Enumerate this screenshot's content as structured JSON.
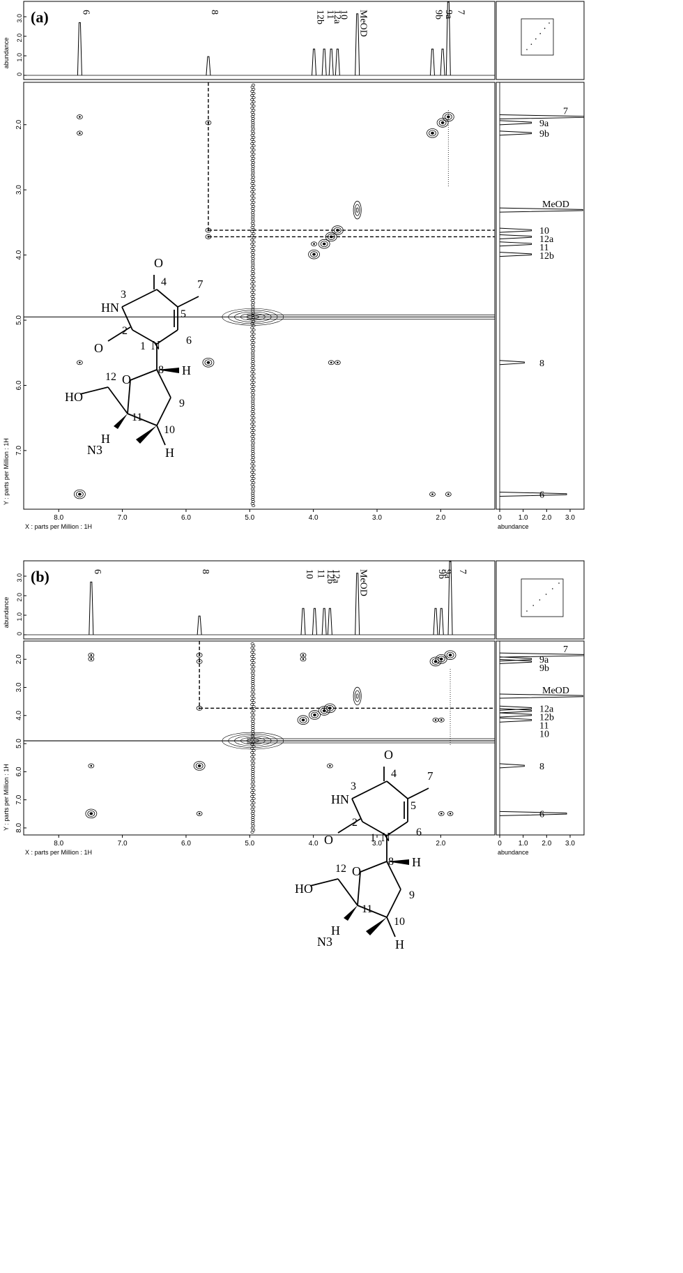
{
  "chart_data": [
    {
      "type": "heatmap",
      "panel_label": "(a)",
      "xlabel": "X : parts per Million : 1H",
      "ylabel": "Y : parts per Million : 1H",
      "abundance_label": "abundance",
      "x_ticks": [
        "8.0",
        "7.0",
        "6.0",
        "5.0",
        "4.0",
        "3.0",
        "2.0"
      ],
      "y_ticks": [
        "2.0",
        "3.0",
        "4.0",
        "5.0",
        "6.0",
        "7.0"
      ],
      "top_abundance_ticks": [
        "0",
        "1.0",
        "2.0",
        "3.0"
      ],
      "side_abundance_ticks": [
        "0",
        "1.0",
        "2.0",
        "3.0"
      ],
      "peaks_top": [
        {
          "label": "6",
          "ppm": 7.67
        },
        {
          "label": "8",
          "ppm": 5.65
        },
        {
          "label": "12b",
          "ppm": 3.99
        },
        {
          "label": "11",
          "ppm": 3.83
        },
        {
          "label": "12a",
          "ppm": 3.72
        },
        {
          "label": "10",
          "ppm": 3.62
        },
        {
          "label": "MeOD",
          "ppm": 3.31
        },
        {
          "label": "9b",
          "ppm": 2.13
        },
        {
          "label": "9a",
          "ppm": 1.97
        },
        {
          "label": "7",
          "ppm": 1.88
        }
      ],
      "peaks_side": [
        {
          "label": "7",
          "ppm": 1.88
        },
        {
          "label": "9a",
          "ppm": 1.97
        },
        {
          "label": "9b",
          "ppm": 2.13
        },
        {
          "label": "MeOD",
          "ppm": 3.31
        },
        {
          "label": "10",
          "ppm": 3.62
        },
        {
          "label": "12a",
          "ppm": 3.72
        },
        {
          "label": "11",
          "ppm": 3.83
        },
        {
          "label": "12b",
          "ppm": 3.99
        },
        {
          "label": "8",
          "ppm": 5.65
        },
        {
          "label": "6",
          "ppm": 7.67
        }
      ],
      "structure_labels": [
        "O",
        "4",
        "7",
        "3",
        "HN",
        "5",
        "2",
        "O",
        "1",
        "N",
        "6",
        "8",
        "H",
        "12",
        "O",
        "HO",
        "11",
        "9",
        "H",
        "10",
        "N3",
        "H"
      ]
    },
    {
      "type": "heatmap",
      "panel_label": "(b)",
      "xlabel": "X : parts per Million : 1H",
      "ylabel": "Y : parts per Million : 1H",
      "abundance_label": "abundance",
      "x_ticks": [
        "8.0",
        "7.0",
        "6.0",
        "5.0",
        "4.0",
        "3.0",
        "2.0"
      ],
      "y_ticks": [
        "2.0",
        "3.0",
        "4.0",
        "5.0",
        "6.0",
        "7.0",
        "8.0"
      ],
      "top_abundance_ticks": [
        "0",
        "1.0",
        "2.0",
        "3.0"
      ],
      "side_abundance_ticks": [
        "0",
        "1.0",
        "2.0",
        "3.0"
      ],
      "peaks_top": [
        {
          "label": "6",
          "ppm": 7.49
        },
        {
          "label": "8",
          "ppm": 5.79
        },
        {
          "label": "10",
          "ppm": 4.16
        },
        {
          "label": "11",
          "ppm": 3.98
        },
        {
          "label": "12b",
          "ppm": 3.83
        },
        {
          "label": "12a",
          "ppm": 3.74
        },
        {
          "label": "MeOD",
          "ppm": 3.31
        },
        {
          "label": "9b",
          "ppm": 2.08
        },
        {
          "label": "9a",
          "ppm": 1.99
        },
        {
          "label": "7",
          "ppm": 1.85
        }
      ],
      "peaks_side": [
        {
          "label": "7",
          "ppm": 1.85
        },
        {
          "label": "9a",
          "ppm": 1.99
        },
        {
          "label": "9b",
          "ppm": 2.08
        },
        {
          "label": "MeOD",
          "ppm": 3.31
        },
        {
          "label": "12a",
          "ppm": 3.74
        },
        {
          "label": "12b",
          "ppm": 3.83
        },
        {
          "label": "11",
          "ppm": 3.98
        },
        {
          "label": "10",
          "ppm": 4.16
        },
        {
          "label": "8",
          "ppm": 5.79
        },
        {
          "label": "6",
          "ppm": 7.49
        }
      ],
      "structure_labels": [
        "O",
        "4",
        "7",
        "3",
        "HN",
        "5",
        "2",
        "O",
        "1",
        "N",
        "6",
        "8",
        "H",
        "12",
        "O",
        "HO",
        "11",
        "9",
        "H",
        "10",
        "N3",
        "H"
      ]
    }
  ]
}
